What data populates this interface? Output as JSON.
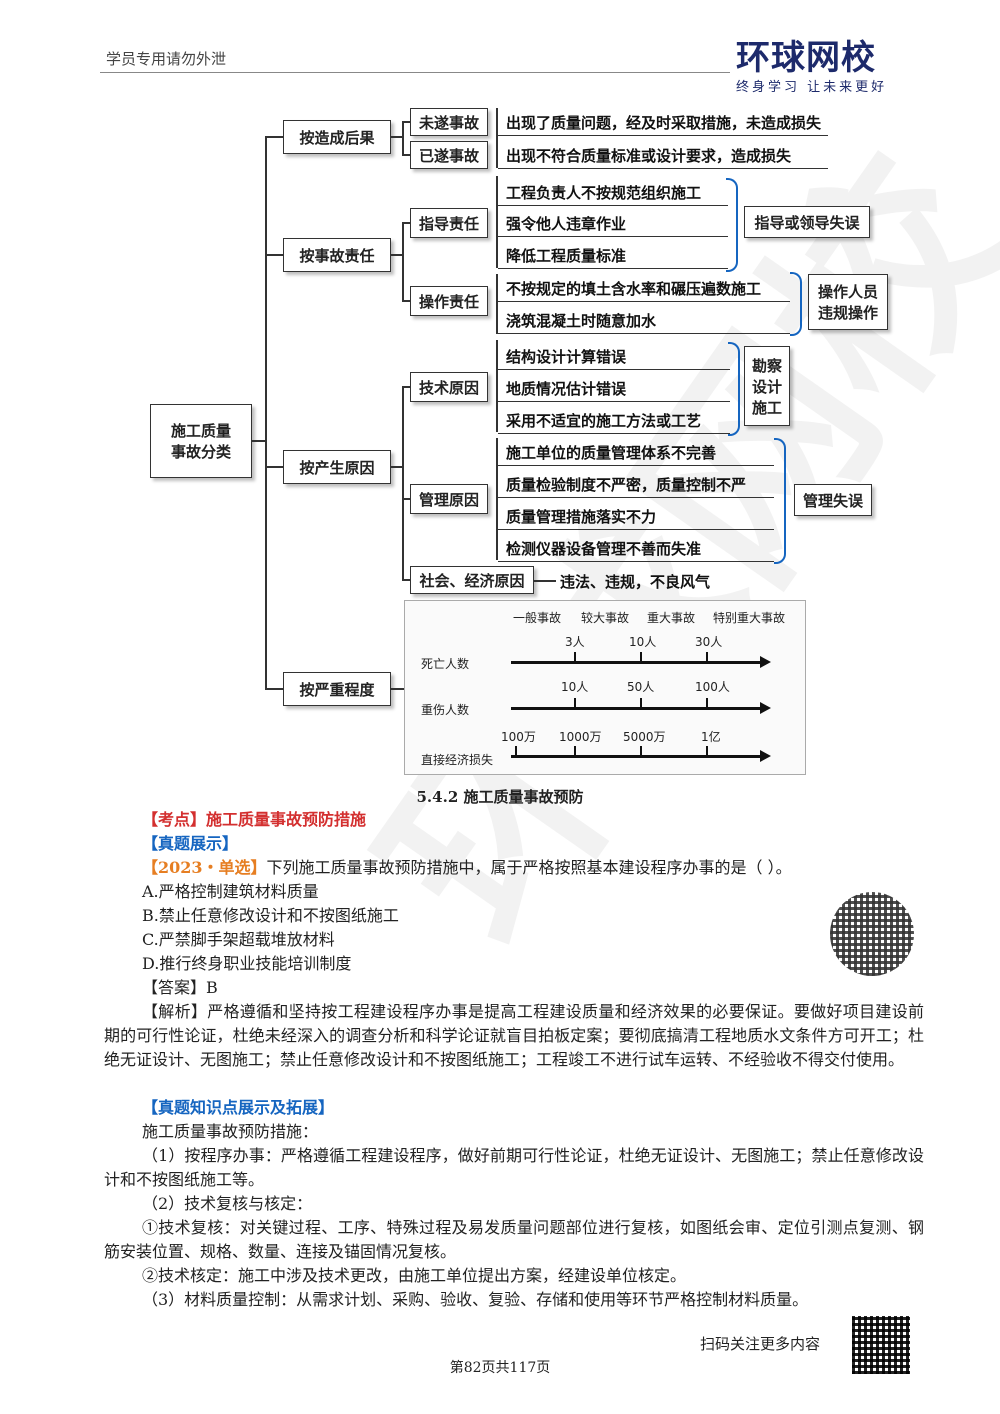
{
  "header": {
    "left_text": "学员专用请勿外泄",
    "logo_main": "环球网校",
    "logo_sub": "终身学习 让未来更好"
  },
  "mindmap": {
    "root": "施工质量事故分类",
    "root_line1": "施工质量",
    "root_line2": "事故分类",
    "branches": {
      "consequence": {
        "label": "按造成后果",
        "items": [
          {
            "label": "未遂事故",
            "desc": "出现了质量问题，经及时采取措施，未造成损失"
          },
          {
            "label": "已遂事故",
            "desc": "出现不符合质量标准或设计要求，造成损失"
          }
        ]
      },
      "responsibility": {
        "label": "按事故责任",
        "guide": {
          "label": "指导责任",
          "items": [
            "工程负责人不按规范组织施工",
            "强令他人违章作业",
            "降低工程质量标准"
          ],
          "summary": "指导或领导失误"
        },
        "operate": {
          "label": "操作责任",
          "items": [
            "不按规定的填土含水率和碾压遍数施工",
            "浇筑混凝土时随意加水"
          ],
          "summary_line1": "操作人员",
          "summary_line2": "违规操作"
        }
      },
      "cause": {
        "label": "按产生原因",
        "tech": {
          "label": "技术原因",
          "items": [
            "结构设计计算错误",
            "地质情况估计错误",
            "采用不适宜的施工方法或工艺"
          ],
          "summary_line1": "勘察",
          "summary_line2": "设计",
          "summary_line3": "施工"
        },
        "mgmt": {
          "label": "管理原因",
          "items": [
            "施工单位的质量管理体系不完善",
            "质量检验制度不严密，质量控制不严",
            "质量管理措施落实不力",
            "检测仪器设备管理不善而失准"
          ],
          "summary": "管理失误"
        },
        "social": {
          "label": "社会、经济原因",
          "desc": "违法、违规，不良风气"
        }
      },
      "severity": {
        "label": "按严重程度",
        "levels": [
          "一般事故",
          "较大事故",
          "重大事故",
          "特别重大事故"
        ],
        "rows": [
          {
            "name": "死亡人数",
            "ticks": [
              "3人",
              "10人",
              "30人"
            ]
          },
          {
            "name": "重伤人数",
            "ticks": [
              "10人",
              "50人",
              "100人"
            ]
          },
          {
            "name": "直接经济损失",
            "ticks": [
              "100万",
              "1000万",
              "5000万",
              "1亿"
            ]
          }
        ]
      }
    }
  },
  "section_title": "5.4.2 施工质量事故预防",
  "kaodian_tag": "【考点】施工质量事故预防措施",
  "zhenti_tag": "【真题展示】",
  "question": {
    "tag": "【2023・单选】",
    "stem": "下列施工质量事故预防措施中，属于严格按照基本建设程序办事的是（    ）。",
    "options": [
      "A.严格控制建筑材料质量",
      "B.禁止任意修改设计和不按图纸施工",
      "C.严禁脚手架超载堆放材料",
      "D.推行终身职业技能培训制度"
    ],
    "answer": "【答案】B",
    "analysis": "【解析】严格遵循和坚持按工程建设程序办事是提高工程建设质量和经济效果的必要保证。要做好项目建设前期的可行性论证，杜绝未经深入的调查分析和科学论证就盲目拍板定案；要彻底搞清工程地质水文条件方可开工；杜绝无证设计、无图施工；禁止任意修改设计和不按图纸施工；工程竣工不进行试车运转、不经验收不得交付使用。"
  },
  "extend": {
    "tag": "【真题知识点展示及拓展】",
    "intro": "施工质量事故预防措施：",
    "p1": "（1）按程序办事：严格遵循工程建设程序，做好前期可行性论证，杜绝无证设计、无图施工；禁止任意修改设计和不按图纸施工等。",
    "p2": "（2）技术复核与核定：",
    "p3": "①技术复核：对关键过程、工序、特殊过程及易发质量问题部位进行复核，如图纸会审、定位引测点复测、钢筋安装位置、规格、数量、连接及锚固情况复核。",
    "p4": "②技术核定：施工中涉及技术更改，由施工单位提出方案，经建设单位核定。",
    "p5": "（3）材料质量控制：从需求计划、采购、验收、复验、存储和使用等环节严格控制材料质量。"
  },
  "footer": {
    "scan": "扫码关注更多内容",
    "page": "第82页共117页"
  }
}
